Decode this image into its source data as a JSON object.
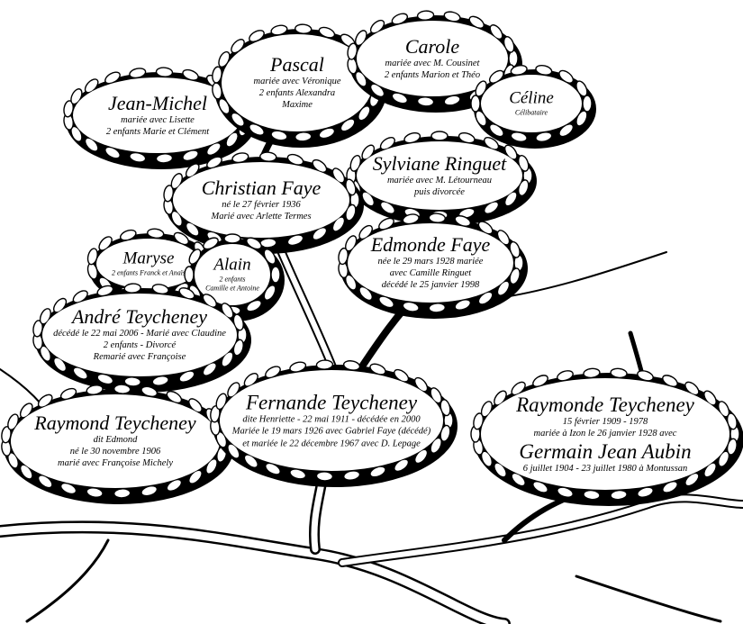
{
  "title": "Family tree",
  "colors": {
    "ink": "#000000",
    "paper": "#ffffff"
  },
  "people": [
    {
      "id": "jean-michel",
      "name": "Jean-Michel",
      "lines": [
        "mariée avec Lisette",
        "2 enfants Marie et Clément"
      ]
    },
    {
      "id": "pascal",
      "name": "Pascal",
      "lines": [
        "mariée avec Véronique",
        "2 enfants Alexandra",
        "Maxime"
      ]
    },
    {
      "id": "carole",
      "name": "Carole",
      "lines": [
        "mariée avec M. Cousinet",
        "2 enfants Marion et Théo"
      ]
    },
    {
      "id": "celine",
      "name": "Céline",
      "lines": [
        "Célibataire"
      ]
    },
    {
      "id": "sylviane",
      "name": "Sylviane Ringuet",
      "lines": [
        "mariée avec M. Létourneau",
        "puis divorcée"
      ]
    },
    {
      "id": "christian",
      "name": "Christian Faye",
      "lines": [
        "né le 27 février 1936",
        "Marié avec Arlette Termes"
      ]
    },
    {
      "id": "edmonde",
      "name": "Edmonde Faye",
      "lines": [
        "née le 29 mars 1928 mariée",
        "avec Camille Ringuet",
        "décédé le 25 janvier 1998"
      ]
    },
    {
      "id": "maryse",
      "name": "Maryse",
      "lines": [
        "2 enfants Franck et Anaïs"
      ]
    },
    {
      "id": "alain",
      "name": "Alain",
      "lines": [
        "2 enfants",
        "Camille et Antoine"
      ]
    },
    {
      "id": "andre",
      "name": "André Teycheney",
      "lines": [
        "décédé le 22 mai 2006 - Marié avec Claudine",
        "2 enfants - Divorcé",
        "Remarié avec Françoise"
      ]
    },
    {
      "id": "raymond",
      "name": "Raymond Teycheney",
      "lines": [
        "dit Edmond",
        "né le 30 novembre 1906",
        "marié avec Françoise Michely"
      ]
    },
    {
      "id": "fernande",
      "name": "Fernande Teycheney",
      "lines": [
        "dite Henriette - 22 mai 1911 - décédée en 2000",
        "Mariée le 19 mars 1926 avec Gabriel Faye (décédé)",
        "et mariée le 22 décembre 1967 avec D. Lepage"
      ]
    },
    {
      "id": "raymonde",
      "name": "Raymonde Teycheney",
      "lines": [
        "15 février 1909 - 1978",
        "mariée à Izon le 26 janvier 1928 avec"
      ],
      "spouse": "Germain Jean Aubin",
      "spouse_line": "6 juillet 1904 - 23 juillet 1980 à Montussan"
    }
  ]
}
